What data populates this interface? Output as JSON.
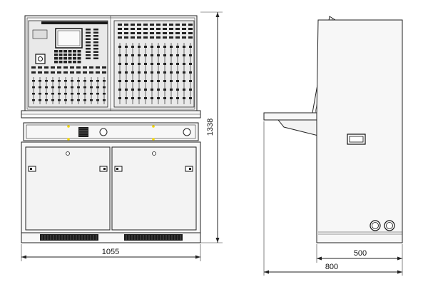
{
  "drawing": {
    "front_view": {
      "width_label": "1055",
      "height_label": "1338"
    },
    "side_view": {
      "depth_base_label": "500",
      "depth_total_label": "800"
    },
    "accent_color": "#f2d400"
  }
}
